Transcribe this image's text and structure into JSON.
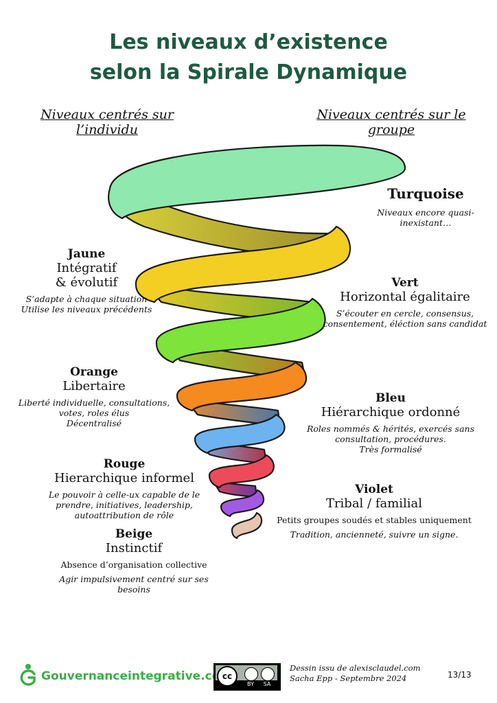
{
  "title": {
    "line1": "Les niveaux d’existence",
    "line2": "selon la Spirale Dynamique"
  },
  "columns": {
    "left_line1": "Niveaux centrés sur",
    "left_line2": "l’individu",
    "right_line1": "Niveaux centrés sur le",
    "right_line2": "groupe"
  },
  "levels": {
    "turquoise": {
      "name": "Turquoise",
      "desc1": "Niveaux encore quasi-",
      "desc2": "inexistant…",
      "color": "#8fe8ad"
    },
    "jaune": {
      "name": "Jaune",
      "sub1": "Intégratif",
      "sub2": "& évolutif",
      "desc1": "S’adapte à chaque situation",
      "desc2": "Utilise les niveaux précédents",
      "color": "#f2cf22"
    },
    "vert": {
      "name": "Vert",
      "sub1": "Horizontal égalitaire",
      "desc1": "S’écouter en cercle, consensus,",
      "desc2": "consentement, éléction sans candidat",
      "color": "#7ee33a"
    },
    "orange": {
      "name": "Orange",
      "sub1": "Libertaire",
      "desc1": "Liberté individuelle, consultations,",
      "desc2": "votes, roles élus",
      "desc3": "Décentralisé",
      "color": "#f58a1f"
    },
    "bleu": {
      "name": "Bleu",
      "sub1": "Hiérarchique ordonné",
      "desc1": "Roles nommés & hérités, exercés sans",
      "desc2": "consultation, procédures.",
      "desc3": "Très formalisé",
      "color": "#6cb3ef"
    },
    "rouge": {
      "name": "Rouge",
      "sub1": "Hierarchique informel",
      "desc1": "Le pouvoir à celle-ux capable de le",
      "desc2": "prendre, initiatives, leadership,",
      "desc3": "autoattribution de rôle",
      "color": "#ee4b5a"
    },
    "violet": {
      "name": "Violet",
      "sub1": "Tribal / familial",
      "desc1": "Petits groupes soudés et stables uniquement",
      "desc2": "Tradition, ancienneté, suivre un signe.",
      "color": "#a35ae2"
    },
    "beige": {
      "name": "Beige",
      "sub1": "Instinctif",
      "desc1": "Absence d’organisation collective",
      "desc2": "Agir impulsivement centré sur ses",
      "desc3": "besoins",
      "color": "#e6c6b0"
    }
  },
  "footer": {
    "site": "Gouvernanceintegrative.com",
    "license_by": "BY",
    "license_sa": "SA",
    "license_cc": "cc",
    "credit1": "Dessin issu de alexisclaudel.com",
    "credit2": "Sacha Epp - Septembre 2024",
    "page": "13/13",
    "brand_color": "#3cae45"
  }
}
